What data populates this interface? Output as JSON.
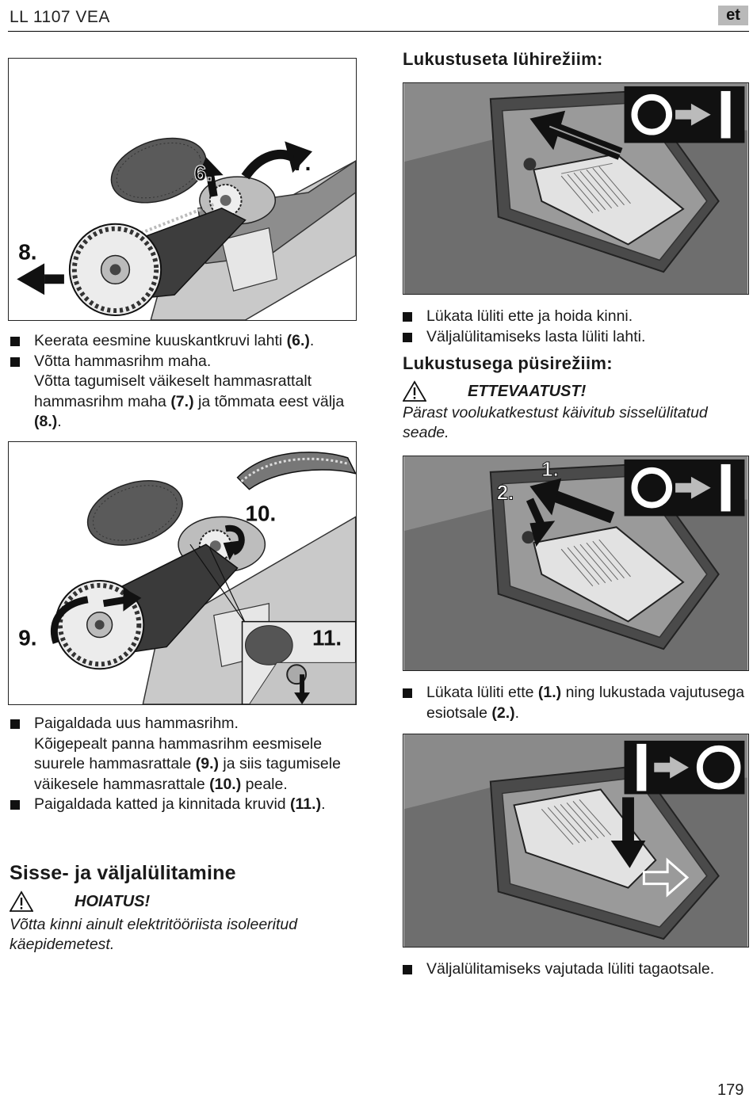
{
  "header": {
    "title": "LL 1107 VEA",
    "lang": "et"
  },
  "figures": {
    "fig1": {
      "labels": [
        "6.",
        "7.",
        "8."
      ]
    },
    "fig2": {
      "labels": [
        "10.",
        "9.",
        "11."
      ]
    },
    "switch1": {},
    "switch2": {
      "labels": [
        "1.",
        "2."
      ]
    },
    "switch3": {}
  },
  "left": {
    "list1": [
      {
        "parts": [
          {
            "t": "Keerata eesmine kuuskantkruvi lahti "
          },
          {
            "t": "(6.)",
            "b": true
          },
          {
            "t": "."
          }
        ]
      },
      {
        "parts": [
          {
            "t": "Võtta hammasrihm maha."
          }
        ]
      },
      {
        "parts": [
          {
            "t": "Võtta tagumiselt väikeselt hammasrattalt hammasrihm maha "
          },
          {
            "t": "(7.)",
            "b": true
          },
          {
            "t": " ja tõmmata eest välja "
          },
          {
            "t": "(8.)",
            "b": true
          },
          {
            "t": "."
          }
        ],
        "cont": true
      }
    ],
    "list2": [
      {
        "parts": [
          {
            "t": "Paigaldada uus hammasrihm."
          }
        ]
      },
      {
        "parts": [
          {
            "t": "Kõigepealt panna hammasrihm eesmisele suurele hammasrattale "
          },
          {
            "t": "(9.)",
            "b": true
          },
          {
            "t": " ja siis tagumisele väikesele hammasrattale "
          },
          {
            "t": "(10.)",
            "b": true
          },
          {
            "t": " peale."
          }
        ],
        "cont": true
      },
      {
        "parts": [
          {
            "t": "Paigaldada katted ja kinnitada kruvid "
          },
          {
            "t": "(11.)",
            "b": true
          },
          {
            "t": "."
          }
        ]
      }
    ],
    "section_title": "Sisse- ja väljalülitamine",
    "warning_label": "HOIATUS!",
    "warning_text": "Võtta kinni ainult elektritööriista isoleeritud käepidemetest."
  },
  "right": {
    "title1": "Lukustuseta lühirežiim:",
    "list1": [
      {
        "parts": [
          {
            "t": "Lükata lüliti ette ja hoida kinni."
          }
        ]
      },
      {
        "parts": [
          {
            "t": "Väljalülitamiseks lasta lüliti lahti."
          }
        ]
      }
    ],
    "title2": "Lukustusega püsirežiim:",
    "caution_label": "ETTEVAATUST!",
    "caution_text": "Pärast voolukatkestust käivitub sisselülitatud seade.",
    "list2": [
      {
        "parts": [
          {
            "t": "Lükata lüliti ette "
          },
          {
            "t": "(1.)",
            "b": true
          },
          {
            "t": " ning lukustada vajutusega esiotsale "
          },
          {
            "t": "(2.)",
            "b": true
          },
          {
            "t": "."
          }
        ]
      }
    ],
    "list3": [
      {
        "parts": [
          {
            "t": "Väljalülitamiseks vajutada lüliti tagaotsale."
          }
        ]
      }
    ]
  },
  "page_number": "179"
}
